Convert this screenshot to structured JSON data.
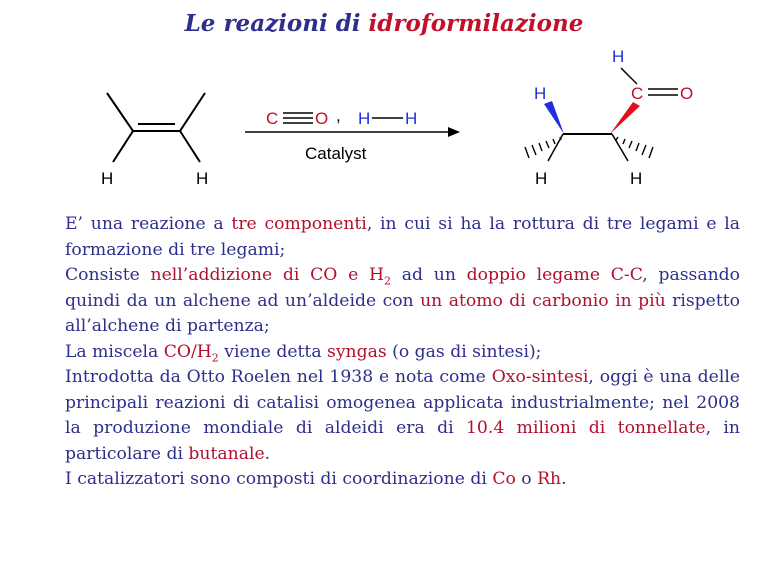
{
  "title": {
    "prefix": "Le reazioni di ",
    "highlight": "idroformilazione"
  },
  "colors": {
    "blue": "#2e2e8c",
    "red": "#c0102a",
    "bond_blue": "#1f2fe0",
    "black": "#000000"
  },
  "scheme": {
    "alkene_h_left": "H",
    "alkene_h_right": "H",
    "reagent_c": "C",
    "reagent_o": "O",
    "reagent_comma": ",",
    "reagent_h1": "H",
    "reagent_h2": "H",
    "catalyst_label": "Catalyst",
    "product_h_top": "H",
    "product_c": "C",
    "product_o": "O",
    "product_h_wedge": "H",
    "product_h_bottom_left": "H",
    "product_h_bottom_right": "H"
  },
  "paragraphs": {
    "p1": {
      "t1": "E’ una reazione a ",
      "h1": "tre componenti",
      "t2": ", in cui si ha la rottura di tre legami e la formazione di tre legami;"
    },
    "p2": {
      "t1": "Consiste ",
      "h1": "nell’addizione di CO e H",
      "h1sub": "2",
      "t2": " ad un ",
      "h2": "doppio legame C-C",
      "t3": ", passando quindi da un alchene ad un’aldeide con ",
      "h3": "un atomo di carbonio in più",
      "t4": " rispetto all’alchene di partenza;"
    },
    "p3": {
      "t1": "La miscela ",
      "h1": "CO/H",
      "h1sub": "2",
      "t2": " viene detta ",
      "h2": "syngas",
      "t3": " (o gas di sintesi);"
    },
    "p4": {
      "t1": "Introdotta da Otto Roelen nel 1938 e nota come ",
      "h1": "Oxo-sintesi",
      "t2": ", oggi è una delle principali reazioni di catalisi omogenea applicata industrialmente; nel 2008 la produzione mondiale di aldeidi era di ",
      "h2": "10.4 milioni di tonnellate",
      "t3": ", in particolare di ",
      "h3": "butanale",
      "t4": "."
    },
    "p5": {
      "t1": "I catalizzatori sono composti di coordinazione di ",
      "h1": "Co",
      "t2": " o ",
      "h2": "Rh",
      "t3": "."
    }
  }
}
